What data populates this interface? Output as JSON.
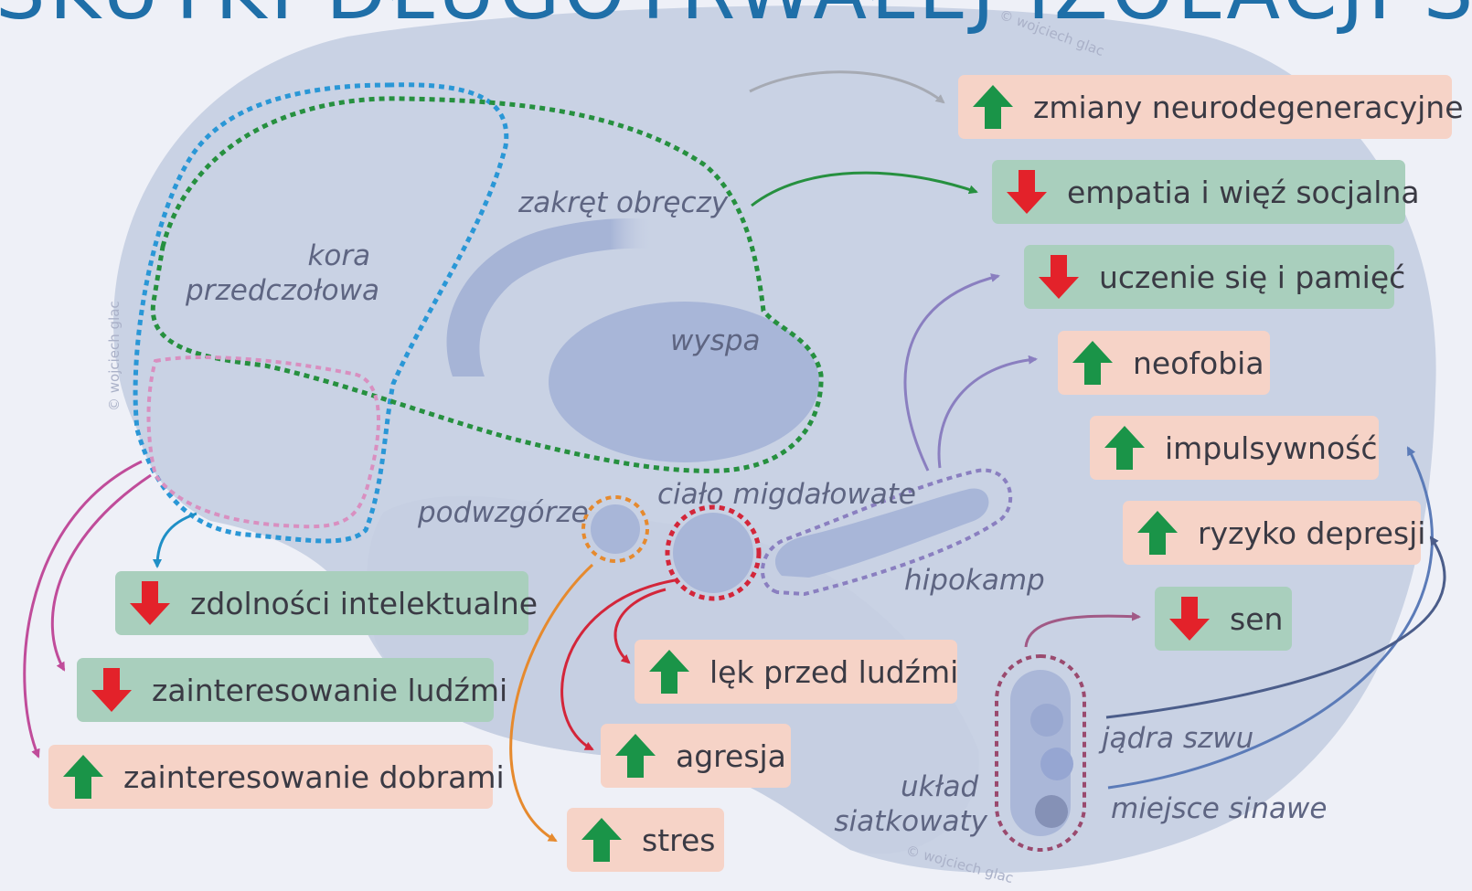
{
  "title": "SKUTKI DŁUGOTRWAŁEJ IZOLACJI SOCJALNEJ",
  "watermark": "© wojciech glac",
  "colors": {
    "increase_arrow": "#1a9448",
    "decrease_arrow": "#e3222a",
    "increase_box": "#f6d3c7",
    "decrease_box": "#a9cfbd",
    "prefrontal_outline": "#2a97d6",
    "cingulate_insula_outline": "#26903f",
    "pink_outline": "#d98fc0",
    "hypothalamus_outline": "#e68a2e",
    "amygdala_outline": "#d3263a",
    "hippocampus_outline": "#8a7fc0",
    "reticular_outline": "#9a4a6e"
  },
  "regions": {
    "prefrontal": "kora\nprzedczołowa",
    "cingulate": "zakręt obręczy",
    "insula": "wyspa",
    "hypothalamus": "podwzgórze",
    "amygdala": "ciało migdałowate",
    "hippocampus": "hipokamp",
    "raphe": "jądra szwu",
    "locus": "miejsce sinawe",
    "reticular": "układ\nsiatkowaty"
  },
  "effects": [
    {
      "id": "neurodegeneration",
      "text": "zmiany neurodegeneracyjne",
      "direction": "up",
      "arrow_icon": "arrow-up-icon"
    },
    {
      "id": "empathy",
      "text": "empatia i więź socjalna",
      "direction": "down",
      "arrow_icon": "arrow-down-icon"
    },
    {
      "id": "learning",
      "text": "uczenie się i pamięć",
      "direction": "down",
      "arrow_icon": "arrow-down-icon"
    },
    {
      "id": "neophobia",
      "text": "neofobia",
      "direction": "up",
      "arrow_icon": "arrow-up-icon"
    },
    {
      "id": "impulsivity",
      "text": "impulsywność",
      "direction": "up",
      "arrow_icon": "arrow-up-icon"
    },
    {
      "id": "depression",
      "text": "ryzyko depresji",
      "direction": "up",
      "arrow_icon": "arrow-up-icon"
    },
    {
      "id": "sleep",
      "text": "sen",
      "direction": "down",
      "arrow_icon": "arrow-down-icon"
    },
    {
      "id": "social-fear",
      "text": "lęk przed ludźmi",
      "direction": "up",
      "arrow_icon": "arrow-up-icon"
    },
    {
      "id": "aggression",
      "text": "agresja",
      "direction": "up",
      "arrow_icon": "arrow-up-icon"
    },
    {
      "id": "stress",
      "text": "stres",
      "direction": "up",
      "arrow_icon": "arrow-up-icon"
    },
    {
      "id": "intellect",
      "text": "zdolności intelektualne",
      "direction": "down",
      "arrow_icon": "arrow-down-icon"
    },
    {
      "id": "interest-people",
      "text": "zainteresowanie ludźmi",
      "direction": "down",
      "arrow_icon": "arrow-down-icon"
    },
    {
      "id": "interest-goods",
      "text": "zainteresowanie dobrami",
      "direction": "up",
      "arrow_icon": "arrow-up-icon"
    }
  ]
}
